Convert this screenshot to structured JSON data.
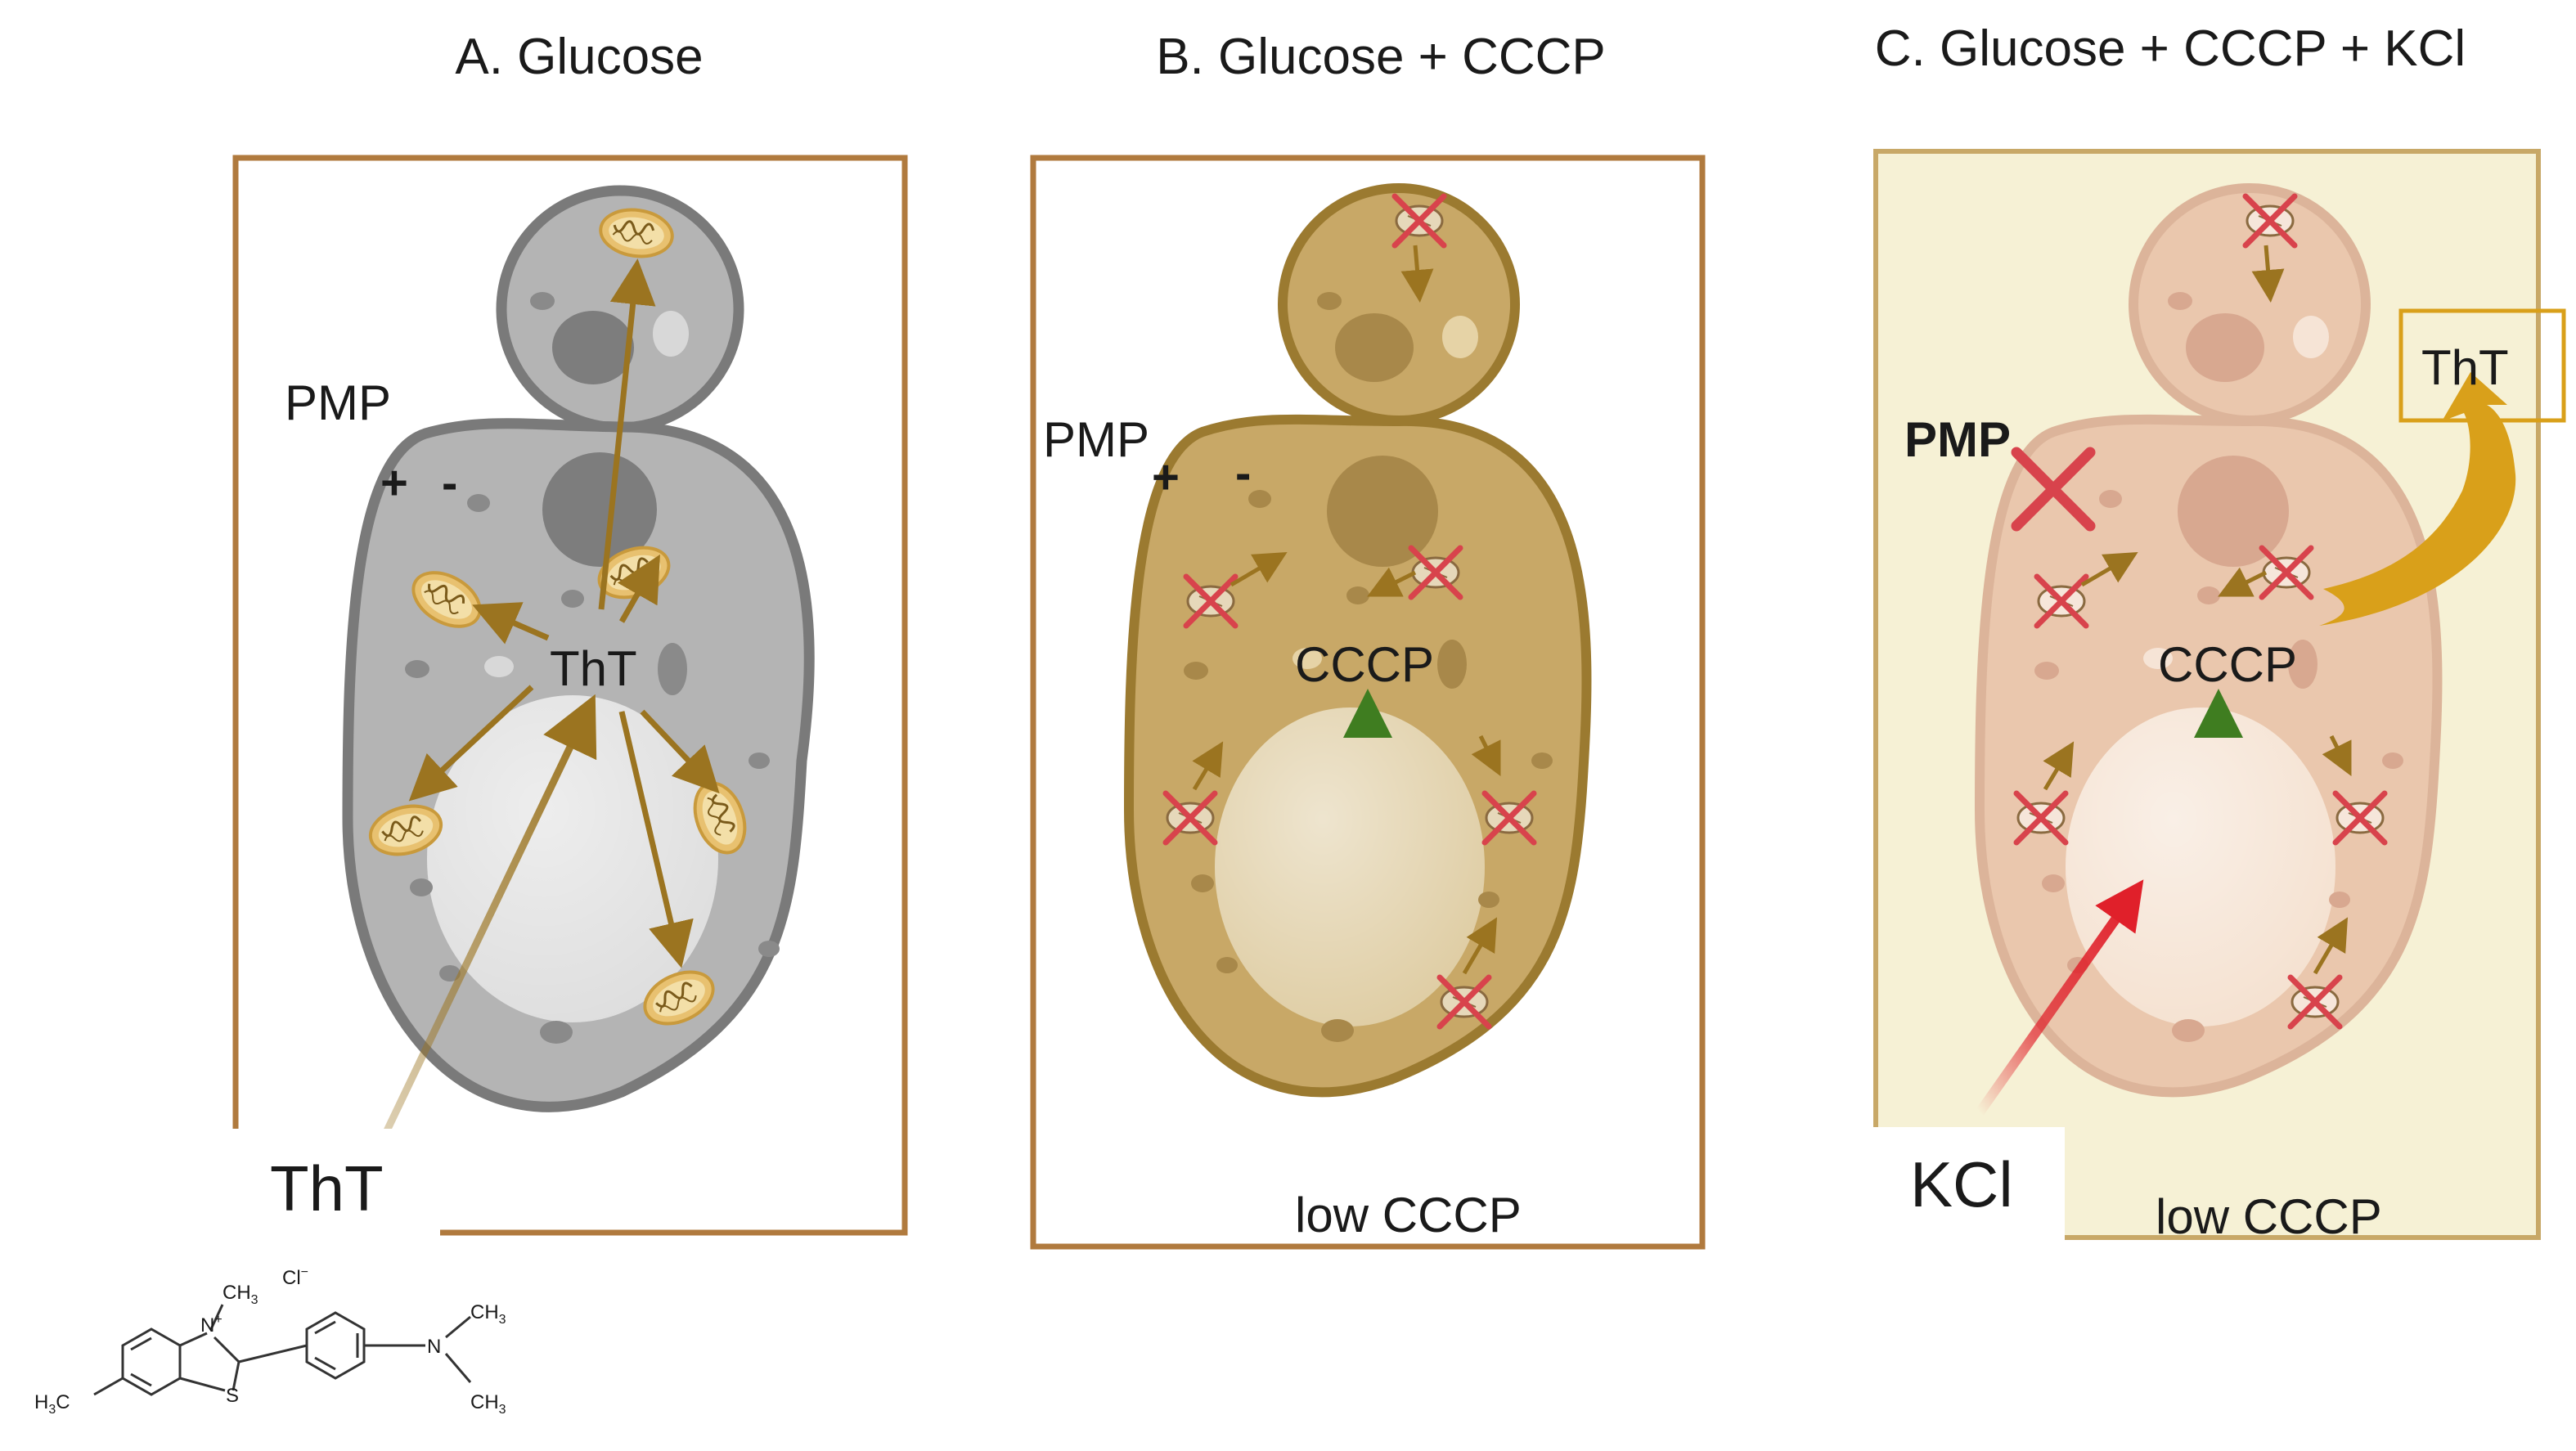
{
  "panels": {
    "a": {
      "title": "A. Glucose",
      "pmp": "PMP",
      "plus": "+",
      "minus": "-",
      "tht_center": "ThT",
      "tht_outside": "ThT",
      "cell_color": "#a9a9a9",
      "organelle_state": "active mitochondria"
    },
    "b": {
      "title": "B. Glucose + CCCP",
      "pmp": "PMP",
      "plus": "+",
      "minus": "-",
      "cccp_center": "CCCP",
      "low_cccp": "low CCCP",
      "cell_color": "#c8a867",
      "organelle_state": "inactivated mitochondria"
    },
    "c": {
      "title": "C. Glucose + CCCP + KCl",
      "pmp": "PMP",
      "cccp_center": "CCCP",
      "low_cccp": "low CCCP",
      "kcl": "KCl",
      "tht_out": "ThT",
      "cell_color": "#eac7ad",
      "background": "#f6f1d5",
      "organelle_state": "inactivated mitochondria"
    }
  },
  "structure": {
    "methyl": "CH",
    "methyl_sub": "3",
    "chloride": "Cl",
    "chloride_charge": "−",
    "nitrogen": "N",
    "nitrogen_charge": "+",
    "sulfur": "S",
    "dimethylamine_top": "CH",
    "dimethylamine_top_sub": "3",
    "dimethylamine_n": "N",
    "dimethylamine_bottom": "CH",
    "dimethylamine_bottom_sub": "3",
    "tolyl_methyl": "H",
    "tolyl_methyl_sub": "3",
    "tolyl_c": "C"
  },
  "colors": {
    "box_border": "#b07a3e",
    "arrow_brown": "#9b7420",
    "cccp_arrow": "#3f7d20",
    "kcl_arrow": "#e0202a",
    "cross_red": "#d8434c",
    "efflux_arrow": "#d9a01a"
  }
}
